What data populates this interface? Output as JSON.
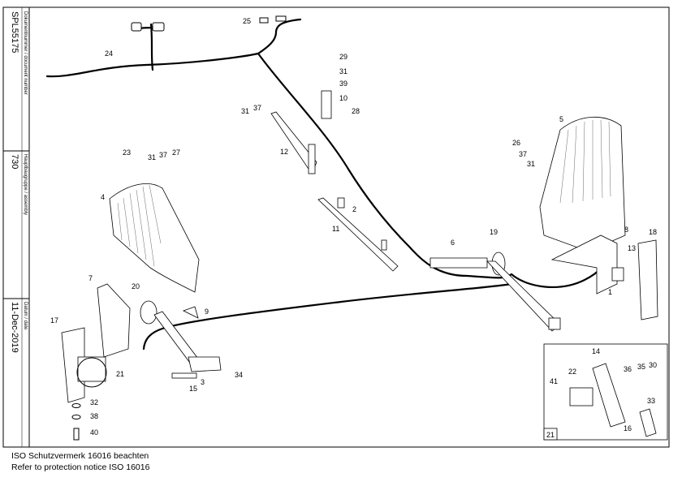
{
  "title_block": {
    "document_number_label": "Dokumentnummer / document number",
    "document_number": "SPL55175",
    "assembly_label": "Hauptbaugruppe / assembly",
    "assembly": "730",
    "date_label": "Datum / date",
    "date": "11-Dec-2019"
  },
  "notices": {
    "line_de": "ISO Schutzvermerk 16016 beachten",
    "line_en": "Refer to protection notice ISO 16016"
  },
  "detail_view_label": "21",
  "callouts": [
    {
      "id": "c25",
      "text": "25"
    },
    {
      "id": "c24",
      "text": "24"
    },
    {
      "id": "c29",
      "text": "29"
    },
    {
      "id": "c31a",
      "text": "31"
    },
    {
      "id": "c39",
      "text": "39"
    },
    {
      "id": "c10",
      "text": "10"
    },
    {
      "id": "c28",
      "text": "28"
    },
    {
      "id": "c31b",
      "text": "31"
    },
    {
      "id": "c37a",
      "text": "37"
    },
    {
      "id": "c12",
      "text": "12"
    },
    {
      "id": "c23",
      "text": "23"
    },
    {
      "id": "c31c",
      "text": "31"
    },
    {
      "id": "c37b",
      "text": "37"
    },
    {
      "id": "c27",
      "text": "27"
    },
    {
      "id": "c4",
      "text": "4"
    },
    {
      "id": "c2",
      "text": "2"
    },
    {
      "id": "c11",
      "text": "11"
    },
    {
      "id": "c5",
      "text": "5"
    },
    {
      "id": "c26",
      "text": "26"
    },
    {
      "id": "c37c",
      "text": "37"
    },
    {
      "id": "c31d",
      "text": "31"
    },
    {
      "id": "c6",
      "text": "6"
    },
    {
      "id": "c19",
      "text": "19"
    },
    {
      "id": "c8",
      "text": "8"
    },
    {
      "id": "c13",
      "text": "13"
    },
    {
      "id": "c18",
      "text": "18"
    },
    {
      "id": "c1",
      "text": "1"
    },
    {
      "id": "c7",
      "text": "7"
    },
    {
      "id": "c20",
      "text": "20"
    },
    {
      "id": "c9",
      "text": "9"
    },
    {
      "id": "c17",
      "text": "17"
    },
    {
      "id": "c21",
      "text": "21"
    },
    {
      "id": "c3",
      "text": "3"
    },
    {
      "id": "c34",
      "text": "34"
    },
    {
      "id": "c15",
      "text": "15"
    },
    {
      "id": "c32",
      "text": "32"
    },
    {
      "id": "c38",
      "text": "38"
    },
    {
      "id": "c40",
      "text": "40"
    },
    {
      "id": "c14",
      "text": "14"
    },
    {
      "id": "c22",
      "text": "22"
    },
    {
      "id": "c36",
      "text": "36"
    },
    {
      "id": "c35",
      "text": "35"
    },
    {
      "id": "c30",
      "text": "30"
    },
    {
      "id": "c41",
      "text": "41"
    },
    {
      "id": "c33",
      "text": "33"
    },
    {
      "id": "c16",
      "text": "16"
    }
  ]
}
